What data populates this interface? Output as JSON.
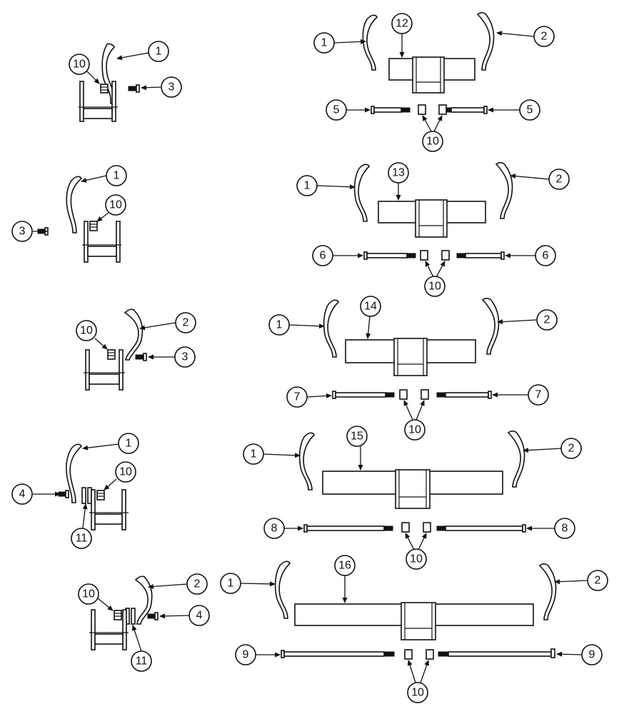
{
  "colors": {
    "ink": "#111111",
    "paper": "#ffffff"
  },
  "callouts": {
    "c1": "1",
    "c2": "2",
    "c3": "3",
    "c4": "4",
    "c5": "5",
    "c6": "6",
    "c7": "7",
    "c8": "8",
    "c9": "9",
    "c10": "10",
    "c11": "11",
    "c12": "12",
    "c13": "13",
    "c14": "14",
    "c15": "15",
    "c16": "16"
  }
}
